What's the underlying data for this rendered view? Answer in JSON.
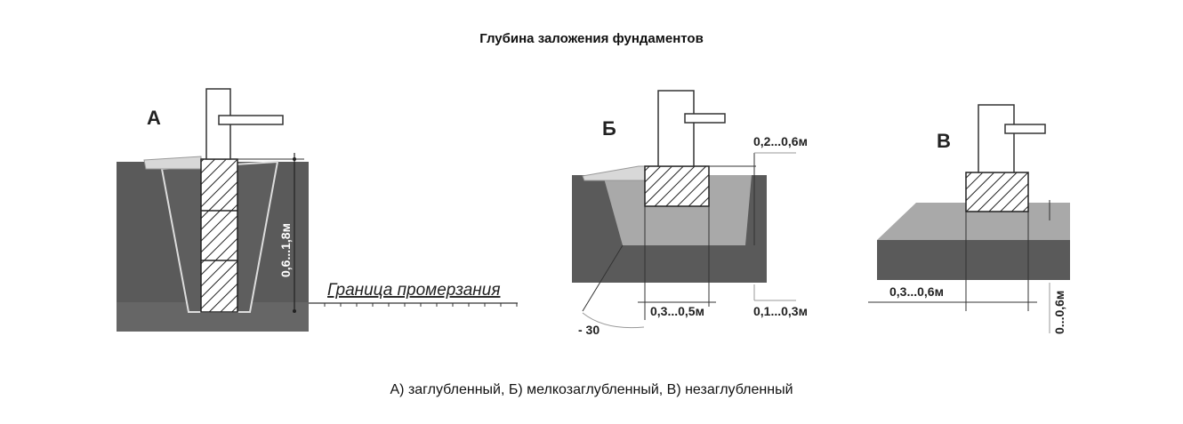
{
  "title": "Глубина заложения фундаментов",
  "caption": "А) заглубленный, Б) мелкозаглубленный, В) незаглубленный",
  "panels": {
    "a": {
      "label": "А",
      "depth": "0,6...1,8м",
      "frost_line": "Граница промерзания"
    },
    "b": {
      "label": "Б",
      "top_dim": "0,2...0,6м",
      "width_dim": "0,3...0,5м",
      "bottom_dim": "0,1...0,3м",
      "angle": "- 30"
    },
    "c": {
      "label": "В",
      "width_dim": "0,3...0,6м",
      "depth_dim": "0...0,6м"
    }
  },
  "colors": {
    "soil_dark": "#5a5a5a",
    "soil_light": "#a9a9a9",
    "blind_area": "#d8d8d8"
  }
}
